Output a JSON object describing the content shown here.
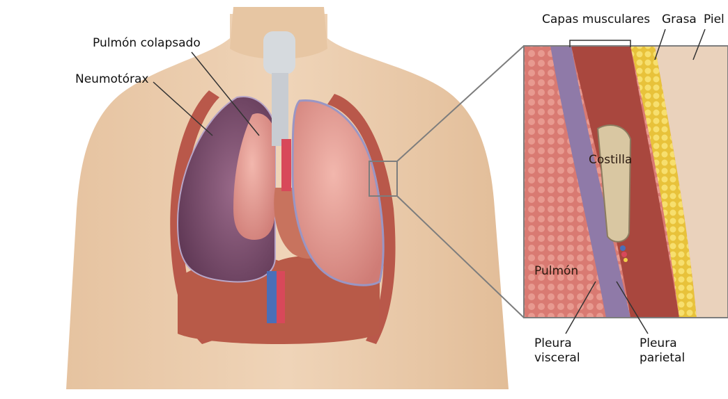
{
  "colors": {
    "skin": "#e9c9a8",
    "skin_shadow": "#d6ad87",
    "collapsed_space": "#7b4e6f",
    "lung": "#e5a098",
    "lung_dark": "#c8746f",
    "muscle": "#b75445",
    "fat": "#f0cf4a",
    "bone": "#d9c7a2",
    "pleura": "#9aa0c8",
    "trachea": "#cfd3d8",
    "aorta": "#d8485a",
    "vena": "#4a6fb8"
  },
  "labels": {
    "collapsed_lung": "Pulmón colapsado",
    "pneumothorax": "Neumotórax",
    "muscle_layers": "Capas musculares",
    "fat": "Grasa",
    "skin": "Piel",
    "rib": "Costilla",
    "lung": "Pulmón",
    "visceral_pleura": [
      "Pleura",
      "visceral"
    ],
    "parietal_pleura": [
      "Pleura",
      "parietal"
    ]
  }
}
